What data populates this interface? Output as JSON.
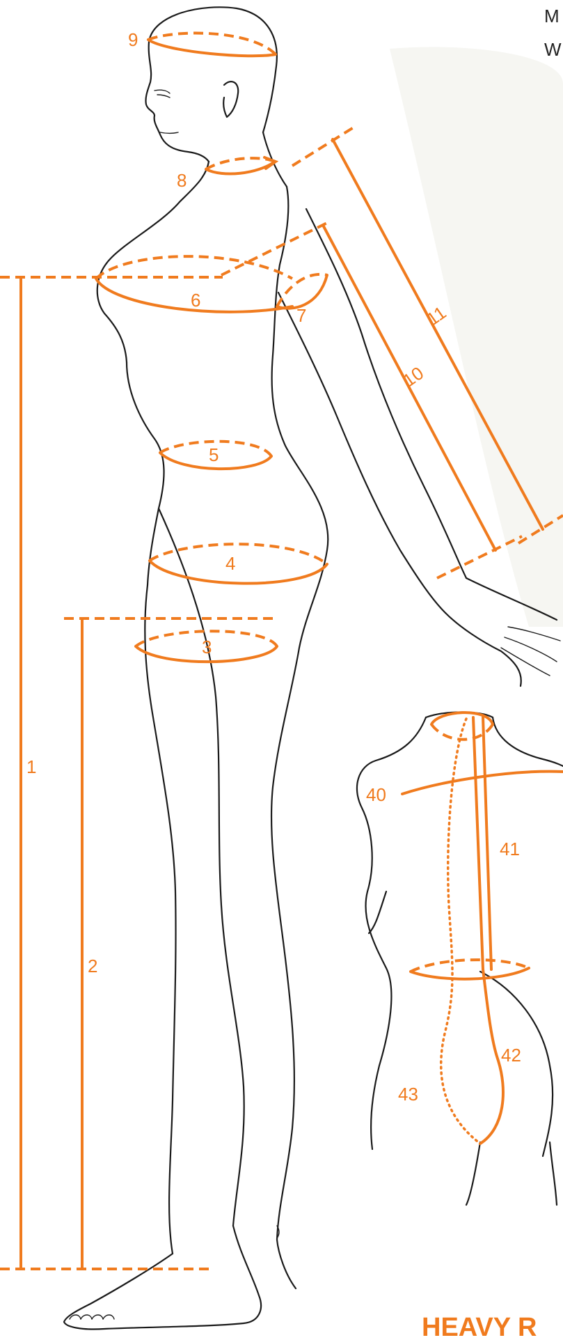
{
  "corner_text": [
    "M",
    "W"
  ],
  "labels": {
    "m1": "1",
    "m2": "2",
    "m3": "3",
    "m4": "4",
    "m5": "5",
    "m6": "6",
    "m7": "7",
    "m8": "8",
    "m9": "9",
    "m10": "10",
    "m11": "11",
    "m40": "40",
    "m41": "41",
    "m42": "42",
    "m43": "43"
  },
  "banner": "HEAVY R",
  "colors": {
    "accent": "#f07b1e",
    "ink": "#1a1a1a",
    "background": "#ffffff"
  }
}
